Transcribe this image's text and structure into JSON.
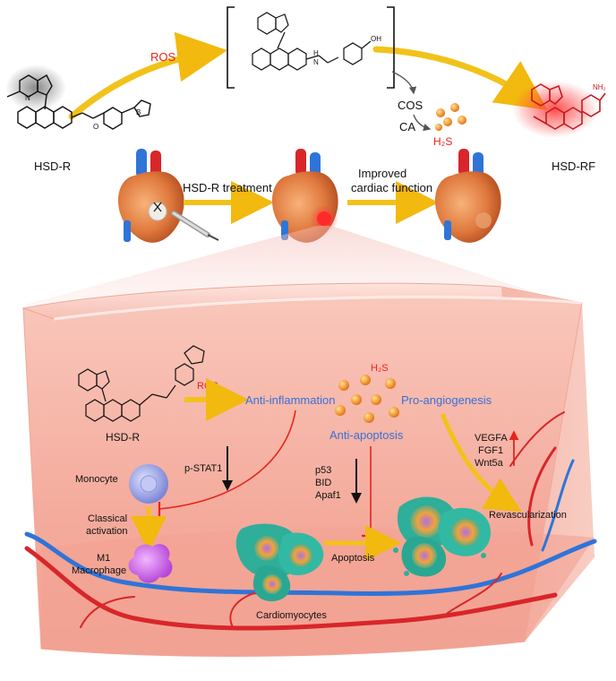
{
  "top": {
    "ros_label": "ROS",
    "hsd_r_label": "HSD-R",
    "hsd_rf_label": "HSD-RF",
    "cos_label": "COS",
    "ca_label": "CA",
    "h2s_label": "H₂S",
    "oh_label": "OH",
    "nh_label": "H",
    "n_label": "N",
    "n_plus_label": "N",
    "b_label": "B",
    "o_label": "O",
    "nh2_label": "NH₂"
  },
  "hearts": {
    "treatment_label": "HSD-R treatment",
    "improved_line1": "Improved",
    "improved_line2": "cardiac function"
  },
  "box": {
    "ros_label": "ROS",
    "hsd_r_label": "HSD-R",
    "h2s_label": "H₂S",
    "anti_inflammation": "Anti-inflammation",
    "pro_angiogenesis": "Pro-angiogenesis",
    "anti_apoptosis": "Anti-apoptosis",
    "p_stat1": "p-STAT1",
    "monocyte": "Monocyte",
    "classical_line1": "Classical",
    "classical_line2": "activation",
    "m1_line1": "M1",
    "m1_line2": "Macrophage",
    "p53": "p53",
    "bid": "BID",
    "apaf1": "Apaf1",
    "apoptosis": "Apoptosis",
    "cardiomyocytes": "Cardiomyocytes",
    "vegfa": "VEGFA",
    "fgf1": "FGF1",
    "wnt5a": "Wnt5a",
    "revascularization": "Revascularization"
  },
  "colors": {
    "ros_red": "#e8241c",
    "blue_text": "#3a6fd8",
    "arrow_yellow": "#f2c21a",
    "tissue_pink": "#f6b3a8",
    "vessel_red": "#d8262a",
    "vessel_blue": "#2f74d8"
  }
}
